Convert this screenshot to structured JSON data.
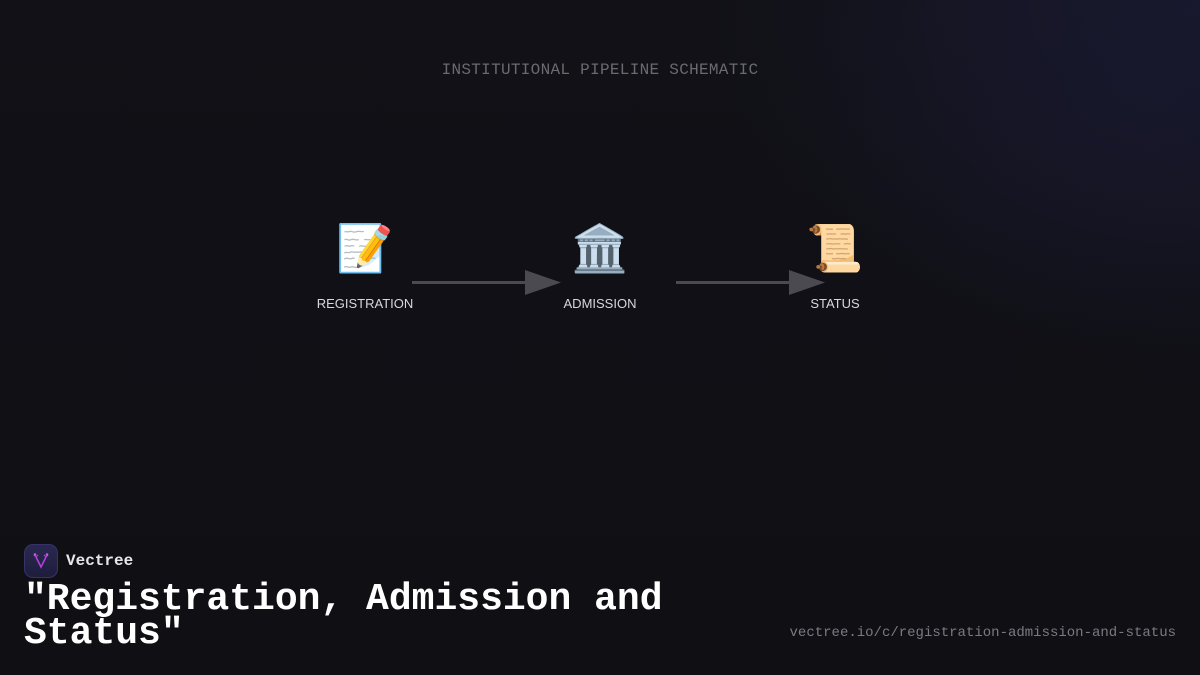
{
  "diagram": {
    "subtitle": "INSTITUTIONAL PIPELINE SCHEMATIC",
    "nodes": [
      {
        "id": "registration",
        "label": "REGISTRATION",
        "icon": "📝",
        "icon_name": "memo-pencil-icon"
      },
      {
        "id": "admission",
        "label": "ADMISSION",
        "icon": "🏛️",
        "icon_name": "classical-building-icon"
      },
      {
        "id": "status",
        "label": "STATUS",
        "icon": "📜",
        "icon_name": "scroll-icon"
      }
    ],
    "edges": [
      {
        "from": "registration",
        "to": "admission"
      },
      {
        "from": "admission",
        "to": "status"
      }
    ],
    "arrow_color": "#4a4a50"
  },
  "footer": {
    "brand_name": "Vectree",
    "title": "\"Registration, Admission and Status\"",
    "url": "vectree.io/c/registration-admission-and-status"
  },
  "colors": {
    "background": "#101017",
    "logo_accent": "#b040d8"
  }
}
